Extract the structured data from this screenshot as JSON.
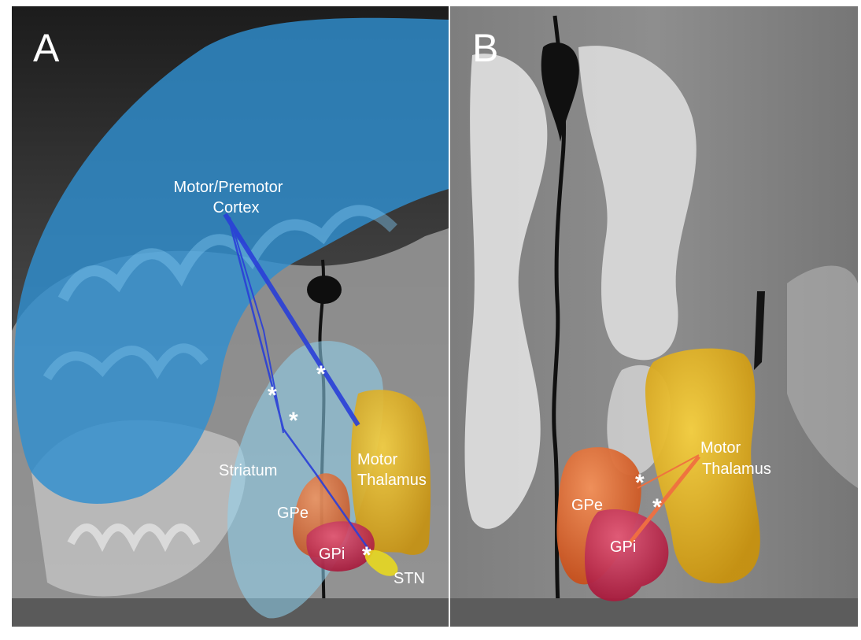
{
  "panels": [
    {
      "letter": "A",
      "labels": {
        "cortex_line1": "Motor/Premotor",
        "cortex_line2": "Cortex",
        "striatum": "Striatum",
        "thalamus_line1": "Motor",
        "thalamus_line2": "Thalamus",
        "gpe": "GPe",
        "gpi": "GPi",
        "stn": "STN"
      },
      "markers": [
        "*",
        "*",
        "*",
        "*"
      ]
    },
    {
      "letter": "B",
      "labels": {
        "thalamus_line1": "Motor",
        "thalamus_line2": "Thalamus",
        "gpe": "GPe",
        "gpi": "GPi"
      },
      "markers": [
        "*",
        "*"
      ]
    }
  ],
  "colors": {
    "cortex": "#2f8fd0",
    "striatum": "#8fd4f0",
    "thalamus": "#e6b020",
    "gpe": "#e8682a",
    "gpi": "#c8204a",
    "stn": "#e8d820",
    "tract_cortical": "#2a3fd8",
    "tract_pallidal": "#f07040"
  }
}
